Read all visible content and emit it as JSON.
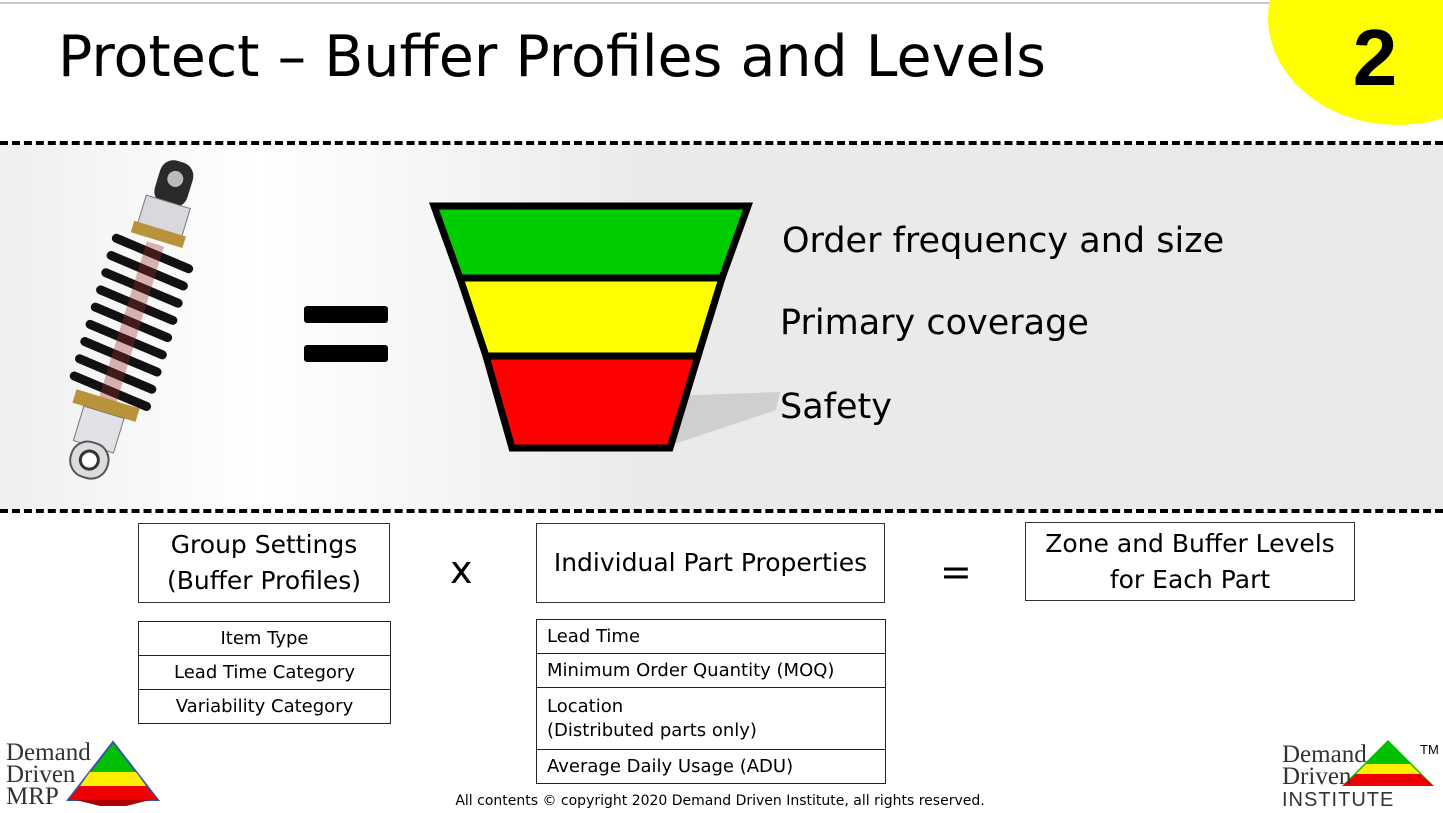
{
  "header": {
    "title": "Protect – Buffer Profiles and Levels",
    "slide_number": "2"
  },
  "diagram": {
    "equals_sign": "=",
    "zones": [
      {
        "label": "Order frequency and size",
        "color": "#00cc00"
      },
      {
        "label": "Primary coverage",
        "color": "#ffff00"
      },
      {
        "label": "Safety",
        "color": "#ff0000"
      }
    ]
  },
  "equation": {
    "group_settings_line1": "Group Settings",
    "group_settings_line2": "(Buffer Profiles)",
    "times": "x",
    "part_properties": "Individual Part Properties",
    "equals": "=",
    "result_line1": "Zone and Buffer Levels",
    "result_line2": "for Each Part"
  },
  "group_settings_items": [
    "Item Type",
    "Lead Time Category",
    "Variability Category"
  ],
  "part_property_items": {
    "lead_time": "Lead Time",
    "moq": "Minimum Order Quantity (MOQ)",
    "location_line1": "Location",
    "location_line2": "(Distributed parts only)",
    "adu": "Average Daily Usage (ADU)"
  },
  "logos": {
    "left": {
      "line1": "Demand",
      "line2": "Driven",
      "line3": "MRP"
    },
    "right": {
      "line1": "Demand",
      "line2": "Driven",
      "line3": "INSTITUTE",
      "tm": "TM"
    }
  },
  "footer": "All contents © copyright 2020 Demand Driven Institute, all rights reserved.",
  "colors": {
    "accent_yellow": "#ffff00",
    "green": "#00cc00",
    "yellow": "#ffff00",
    "red": "#ff0000"
  }
}
